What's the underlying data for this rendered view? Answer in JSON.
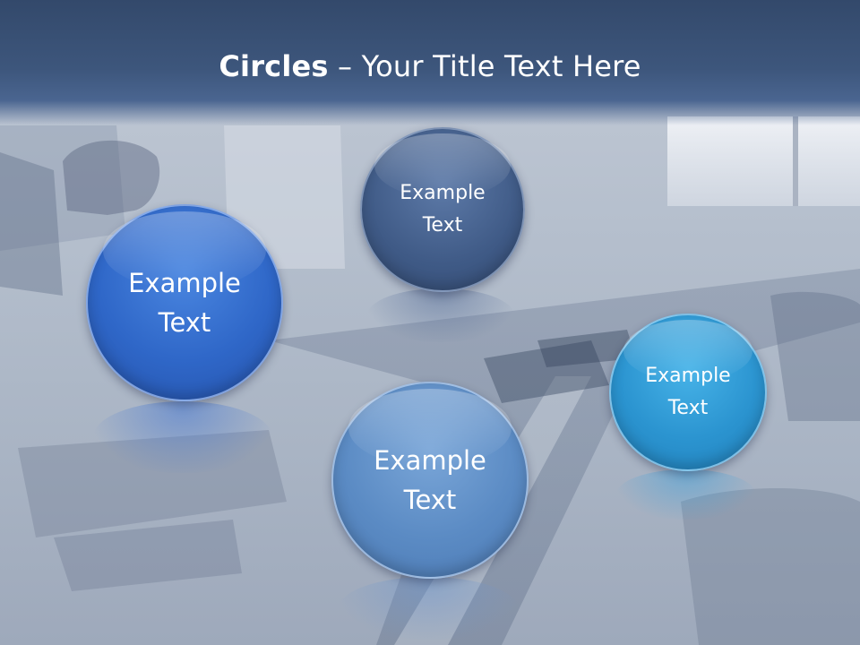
{
  "slide": {
    "title_bold": "Circles",
    "title_rest": " – Your Title Text Here"
  },
  "circles": [
    {
      "label": "Example\nText",
      "color": "#2f67c8"
    },
    {
      "label": "Example\nText",
      "color": "#3f5a86"
    },
    {
      "label": "Example\nText",
      "color": "#5b8bc4"
    },
    {
      "label": "Example\nText",
      "color": "#2b94d0"
    }
  ],
  "colors": {
    "header_band": "#3d567c",
    "background": "#b5bfcd"
  }
}
